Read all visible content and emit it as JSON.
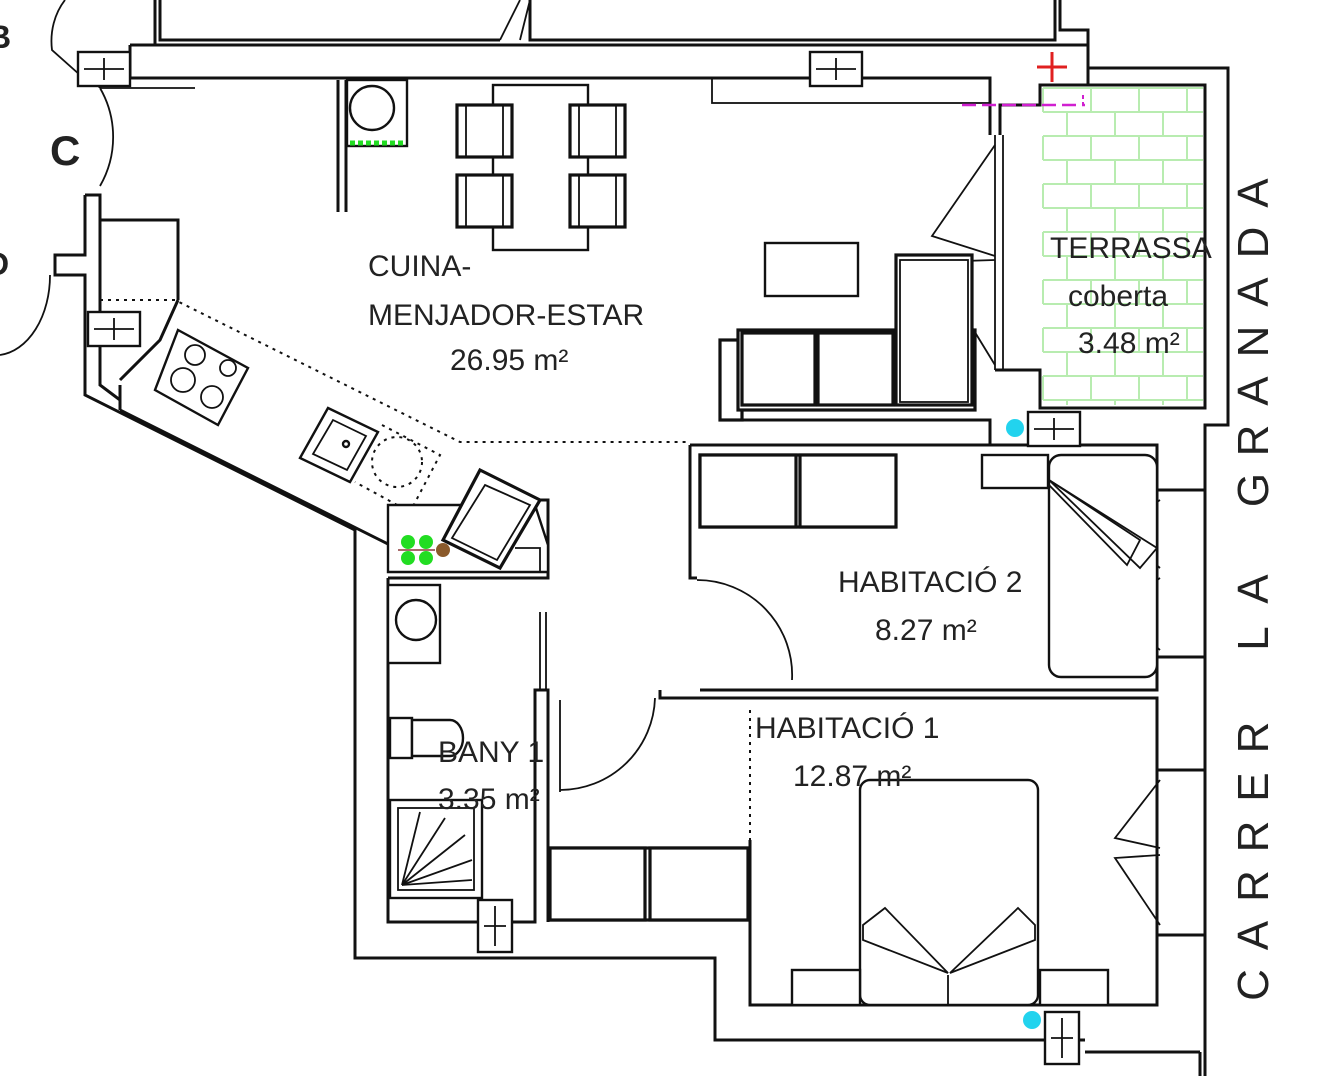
{
  "rooms": {
    "living": {
      "line1": "CUINA-",
      "line2": "MENJADOR-ESTAR",
      "area": "26.95 m²"
    },
    "terrace": {
      "line1": "TERRASSA",
      "line2": "coberta",
      "area": "3.48 m²"
    },
    "bedroom2": {
      "name": "HABITACIÓ 2",
      "area": "8.27 m²"
    },
    "bedroom1": {
      "name": "HABITACIÓ 1",
      "area": "12.87 m²"
    },
    "bathroom": {
      "name": "BANY 1",
      "area": "3.35 m²"
    }
  },
  "flat_letters": {
    "current": "C",
    "upper_partial": "B",
    "lower_partial": "D"
  },
  "street": {
    "letters": [
      "C",
      "A",
      "R",
      "R",
      "E",
      "R",
      " ",
      "L",
      "A",
      " ",
      "G",
      "R",
      "A",
      "N",
      "A",
      "D",
      "A"
    ]
  },
  "colors": {
    "flat_letter": "#e01010",
    "terrace_tiles": "#b8ecb0",
    "light_point": "#22d3ee",
    "green_lights": "#22dd22",
    "brown_light": "#8b5a2b",
    "red_mark": "#e02020",
    "magenta_line": "#d020d0"
  }
}
